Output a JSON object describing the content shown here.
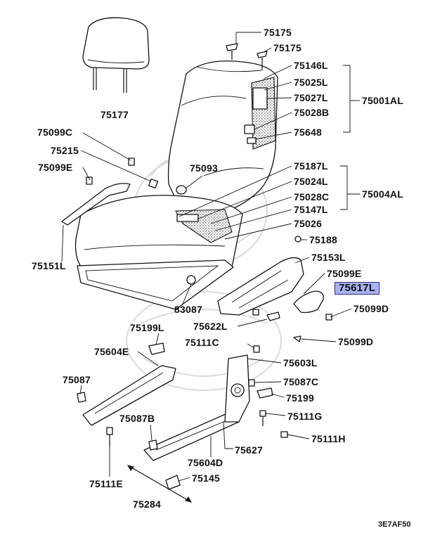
{
  "diagram_id": "3E7AF50",
  "highlight_color": "#aab2f5",
  "labels": {
    "p75175a": "75175",
    "p75175b": "75175",
    "p75146L": "75146L",
    "p75025L": "75025L",
    "p75027L": "75027L",
    "p75028B": "75028B",
    "p75648": "75648",
    "p75001AL": "75001AL",
    "p75177": "75177",
    "p75099C": "75099C",
    "p75215": "75215",
    "p75099E_left": "75099E",
    "p75093": "75093",
    "p75187L": "75187L",
    "p75024L": "75024L",
    "p75028C": "75028C",
    "p75147L": "75147L",
    "p75004AL": "75004AL",
    "p75026": "75026",
    "p75188": "75188",
    "p75153L": "75153L",
    "p75099E_right": "75099E",
    "p75617L": "75617L",
    "p75099D_a": "75099D",
    "p75151L": "75151L",
    "p83087": "83087",
    "p75622L": "75622L",
    "p75199L": "75199L",
    "p75111C": "75111C",
    "p75099D_b": "75099D",
    "p75604E": "75604E",
    "p75603L": "75603L",
    "p75087": "75087",
    "p75087C": "75087C",
    "p75199": "75199",
    "p75087B": "75087B",
    "p75111G": "75111G",
    "p75111H": "75111H",
    "p75627": "75627",
    "p75604D": "75604D",
    "p75111E": "75111E",
    "p75145": "75145",
    "p75284": "75284"
  }
}
